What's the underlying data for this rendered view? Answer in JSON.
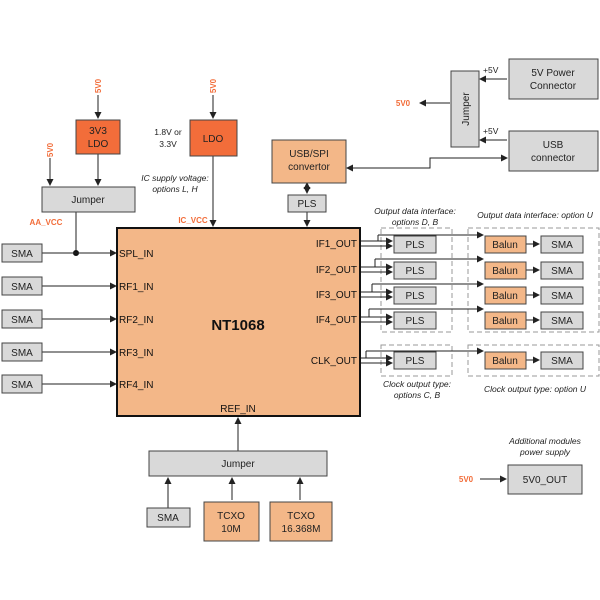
{
  "chip": {
    "name": "NT1068",
    "pins_left": [
      "SPL_IN",
      "RF1_IN",
      "RF2_IN",
      "RF3_IN",
      "RF4_IN"
    ],
    "pins_right": [
      "IF1_OUT",
      "IF2_OUT",
      "IF3_OUT",
      "IF4_OUT",
      "CLK_OUT"
    ],
    "pin_bottom": "REF_IN"
  },
  "power": {
    "ldo_3v3": {
      "line1": "3V3",
      "line2": "LDO"
    },
    "ldo": "LDO",
    "ldo_voltage": {
      "line1": "1.8V or",
      "line2": "3.3V"
    },
    "ic_supply_note": {
      "line1": "IC supply voltage:",
      "line2": "options L, H"
    },
    "net_5v0": "5V0",
    "net_aa_vcc": "AA_VCC",
    "net_ic_vcc": "IC_VCC",
    "net_plus5v": "+5V",
    "jumper": "Jumper"
  },
  "connectors": {
    "sma": "SMA",
    "usb_spi": {
      "line1": "USB/SPI",
      "line2": "convertor"
    },
    "pls": "PLS",
    "power_connector": {
      "line1": "5V Power",
      "line2": "Connector"
    },
    "usb_connector": {
      "line1": "USB",
      "line2": "connector"
    },
    "balun": "Balun"
  },
  "ref_clock": {
    "jumper": "Jumper",
    "tcxo_10m": {
      "line1": "TCXO",
      "line2": "10M"
    },
    "tcxo_16m": {
      "line1": "TCXO",
      "line2": "16.368M"
    }
  },
  "notes": {
    "out_db": {
      "line1": "Output data interface:",
      "line2": "options D, B"
    },
    "out_u": "Output data interface: option U",
    "clk_cb": {
      "line1": "Clock output type:",
      "line2": "options C, B"
    },
    "clk_u": "Clock output type: option U",
    "addl": {
      "line1": "Additional modules",
      "line2": "power supply"
    },
    "out_5v0": "5V0_OUT"
  },
  "colors": {
    "gray_box": "#d9d9d9",
    "orange_box": "#f26d3a",
    "tan_box": "#f3b788",
    "power_net_text": "#f26d3a"
  }
}
